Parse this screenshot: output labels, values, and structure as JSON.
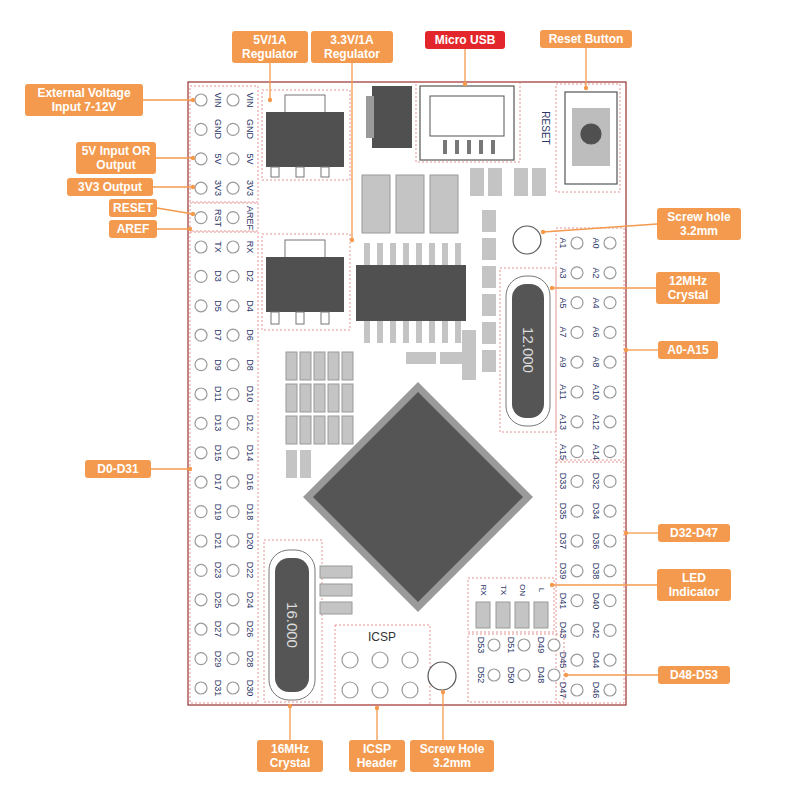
{
  "diagram": {
    "nodes": [
      {
        "text": [
          "5V/1A Regulator"
        ]
      },
      {
        "text": [
          "3.3V/1A Regulator"
        ]
      },
      {
        "text": [
          "Micro USB"
        ]
      },
      {
        "text": [
          "Reset Button"
        ]
      },
      {
        "text": [
          "External Voltage Input 7-12V"
        ]
      },
      {
        "text": [
          "5V Input OR Output"
        ]
      },
      {
        "text": [
          "3V3 Output"
        ]
      },
      {
        "text": [
          "RESET"
        ]
      },
      {
        "text": [
          "AREF"
        ]
      },
      {
        "text": [
          "D0-D31"
        ]
      },
      {
        "text": [
          "Screw hole 3.2mm"
        ]
      },
      {
        "text": [
          "12MHz Crystal"
        ]
      },
      {
        "text": [
          "A0-A15"
        ]
      },
      {
        "text": [
          "D32-D47"
        ]
      },
      {
        "text": [
          "LED Indicator"
        ]
      },
      {
        "text": [
          "D48-D53"
        ]
      },
      {
        "text": [
          "16MHz Crystal"
        ]
      },
      {
        "text": [
          "ICSP Header"
        ]
      },
      {
        "text": [
          "Screw Hole 3.2mm"
        ]
      }
    ],
    "labels": [
      "RESET",
      "VIN",
      "VIN",
      "GND",
      "GND",
      "5V",
      "5V",
      "3V3",
      "3V3",
      "RST",
      "AREF",
      "TX",
      "RX",
      "D3",
      "D2",
      "D5",
      "D4",
      "D7",
      "D6",
      "D9",
      "D8",
      "D11",
      "D10",
      "D13",
      "D12",
      "D15",
      "D14",
      "D17",
      "D16",
      "D19",
      "D18",
      "D21",
      "D20",
      "D23",
      "D22",
      "D25",
      "D24",
      "D27",
      "D26",
      "D29",
      "D28",
      "D31",
      "D30",
      "A1",
      "A0",
      "A3",
      "A2",
      "A5",
      "A4",
      "A7",
      "A6",
      "A9",
      "A8",
      "A11",
      "A10",
      "A13",
      "A12",
      "A15",
      "A14",
      "D33",
      "D32",
      "D35",
      "D34",
      "D37",
      "D36",
      "D39",
      "D38",
      "D41",
      "D40",
      "D43",
      "D42",
      "D45",
      "D44",
      "D47",
      "D46",
      "12.000",
      "RX",
      "TX",
      "ON",
      "L",
      "ICSP",
      "D53",
      "D51",
      "D49",
      "D52",
      "D50",
      "D48",
      "16.000"
    ]
  }
}
